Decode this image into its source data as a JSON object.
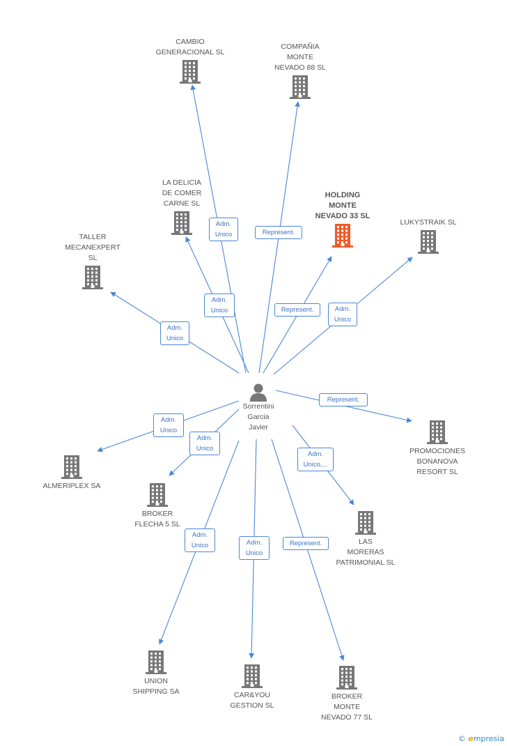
{
  "colors": {
    "edge": "#4a86d8",
    "node": "#777777",
    "highlight": "#f05a28",
    "label_text": "#555555"
  },
  "center": {
    "name": "Sorrentini\nGarcia\nJavier",
    "icon": "person-icon"
  },
  "companies": [
    {
      "id": "cambio",
      "name": "CAMBIO\nGENERACIONAL SL",
      "icon": "building-icon"
    },
    {
      "id": "compania",
      "name": "COMPAÑIA\nMONTE\nNEVADO 88 SL",
      "icon": "building-icon"
    },
    {
      "id": "delicia",
      "name": "LA DELICIA\nDE COMER\nCARNE SL",
      "icon": "building-icon"
    },
    {
      "id": "holding",
      "name": "HOLDING\nMONTE\nNEVADO 33 SL",
      "icon": "building-icon",
      "highlight": true
    },
    {
      "id": "lukystraik",
      "name": "LUKYSTRAIK SL",
      "icon": "building-icon"
    },
    {
      "id": "taller",
      "name": "TALLER\nMECANEXPERT\nSL",
      "icon": "building-icon"
    },
    {
      "id": "promociones",
      "name": "PROMOCIONES\nBONANOVA\nRESORT SL",
      "icon": "building-icon"
    },
    {
      "id": "almeriplex",
      "name": "ALMERIPLEX SA",
      "icon": "building-icon"
    },
    {
      "id": "flecha",
      "name": "BROKER\nFLECHA 5 SL",
      "icon": "building-icon"
    },
    {
      "id": "moreras",
      "name": "LAS\nMORERAS\nPATRIMONIAL SL",
      "icon": "building-icon"
    },
    {
      "id": "union",
      "name": "UNION\nSHIPPING SA",
      "icon": "building-icon"
    },
    {
      "id": "caryou",
      "name": "CAR&YOU\nGESTION SL",
      "icon": "building-icon"
    },
    {
      "id": "monte77",
      "name": "BROKER\nMONTE\nNEVADO 77 SL",
      "icon": "building-icon"
    }
  ],
  "edges": [
    {
      "to": "cambio",
      "label": "Adm.\nUnico"
    },
    {
      "to": "compania",
      "label": "Represent."
    },
    {
      "to": "delicia",
      "label": "Adm.\nUnico"
    },
    {
      "to": "holding",
      "label": "Represent."
    },
    {
      "to": "lukystraik",
      "label": "Adm.\nUnico"
    },
    {
      "to": "taller",
      "label": "Adm.\nUnico"
    },
    {
      "to": "promociones",
      "label": "Represent."
    },
    {
      "to": "almeriplex",
      "label": "Adm.\nUnico"
    },
    {
      "to": "flecha",
      "label": "Adm.\nUnico"
    },
    {
      "to": "moreras",
      "label": "Adm.\nUnico,..."
    },
    {
      "to": "union",
      "label": "Adm.\nUnico"
    },
    {
      "to": "caryou",
      "label": "Adm.\nUnico"
    },
    {
      "to": "monte77",
      "label": "Represent."
    }
  ],
  "footer": {
    "copyright": "©",
    "brand_initial": "e",
    "brand_rest": "mpresia"
  }
}
